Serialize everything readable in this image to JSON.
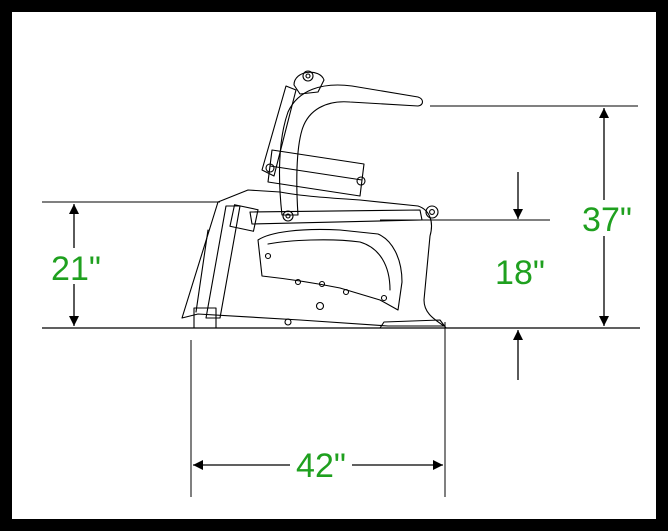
{
  "diagram": {
    "dimensions": {
      "overall_height": "37\"",
      "hinge_height": "18\"",
      "back_height": "21\"",
      "depth": "42\""
    },
    "colors": {
      "frame": "#000000",
      "lines": "#000000",
      "label": "#1fa01f"
    }
  }
}
